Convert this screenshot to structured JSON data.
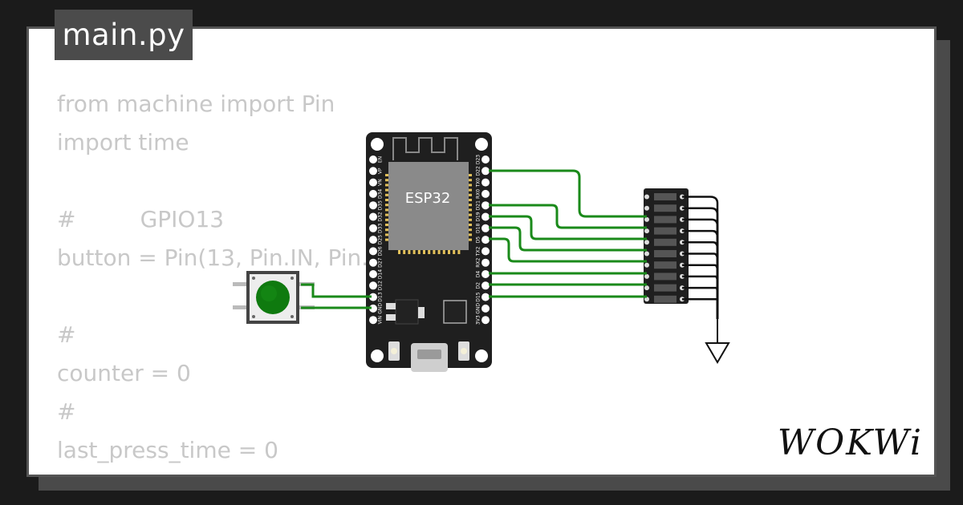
{
  "file_tab": {
    "label": "main.py"
  },
  "code_lines": [
    "from machine import Pin",
    "import time",
    "",
    "#         GPIO13",
    "button = Pin(13, Pin.IN, Pin.PULL_UP)",
    "",
    "#",
    "counter = 0",
    "#",
    "last_press_time = 0",
    "#"
  ],
  "board": {
    "chip_label": "ESP32",
    "left_pins": [
      "EN",
      "VP",
      "VN",
      "D34",
      "D35",
      "D32",
      "D33",
      "D25",
      "D26",
      "D27",
      "D14",
      "D12",
      "D13",
      "GND",
      "VIN"
    ],
    "right_pins": [
      "D23",
      "D22",
      "TX0",
      "RX0",
      "D21",
      "D19",
      "D18",
      "D5",
      "TX2",
      "RX2",
      "D4",
      "D2",
      "D15",
      "GND",
      "3V3"
    ]
  },
  "branding": {
    "logo": "WOKWi"
  },
  "colors": {
    "wire": "#1a8a1a",
    "board": "#1f1f1f",
    "button_cap": "#0f7a0f",
    "code_text": "#c8c8c8"
  }
}
